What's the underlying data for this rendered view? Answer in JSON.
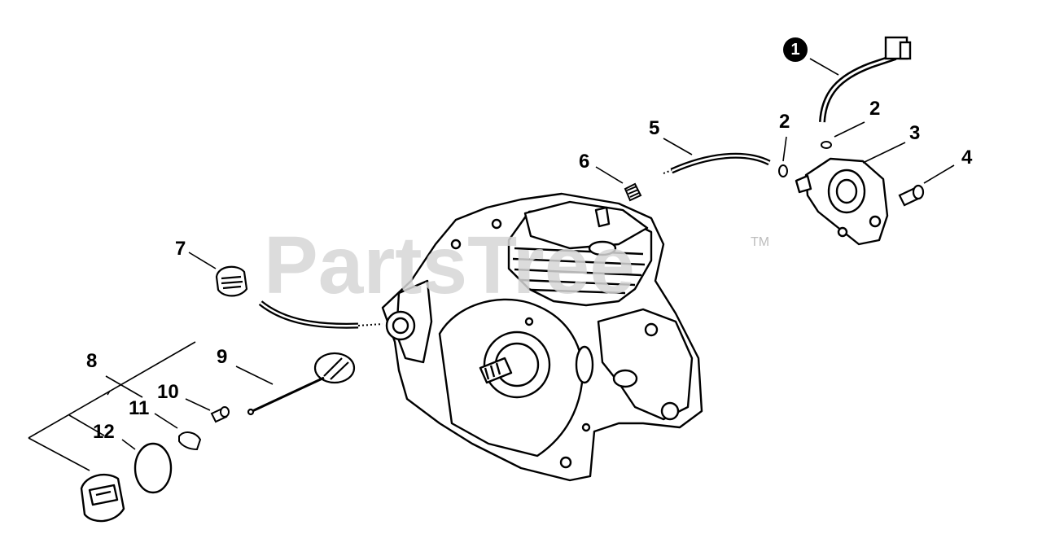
{
  "watermark": {
    "text": "PartsTree",
    "trademark": "TM",
    "color": "#d6d6d6"
  },
  "callouts": {
    "item_1": "1",
    "item_2a": "2",
    "item_2b": "2",
    "item_3": "3",
    "item_4": "4",
    "item_5": "5",
    "item_6": "6",
    "item_7": "7",
    "item_8": "8",
    "item_9": "9",
    "item_10": "10",
    "item_11": "11",
    "item_12": "12"
  },
  "colors": {
    "line": "#000000",
    "background": "#ffffff"
  }
}
